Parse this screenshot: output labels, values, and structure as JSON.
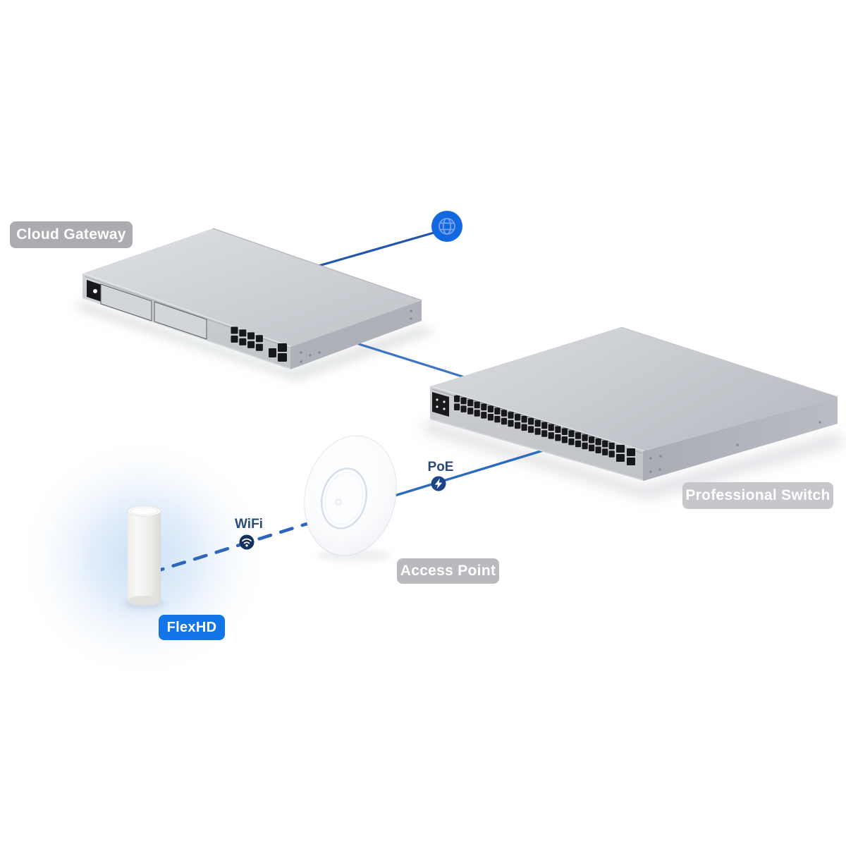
{
  "diagram": {
    "type": "network-topology",
    "nodes": [
      {
        "id": "internet",
        "icon": "globe-icon"
      },
      {
        "id": "cloud-gateway",
        "label": "Cloud Gateway",
        "badge_color": "#a2a4a7"
      },
      {
        "id": "professional-switch",
        "label": "Professional Switch",
        "badge_color": "#c1c3c6"
      },
      {
        "id": "access-point",
        "label": "Access Point",
        "badge_color": "#b3b5b8"
      },
      {
        "id": "flexhd",
        "label": "FlexHD",
        "badge_color": "#1276e9"
      }
    ],
    "connections": [
      {
        "from": "internet",
        "to": "cloud-gateway",
        "style": "solid"
      },
      {
        "from": "cloud-gateway",
        "to": "professional-switch",
        "style": "solid"
      },
      {
        "from": "professional-switch",
        "to": "access-point",
        "style": "solid",
        "label": "PoE",
        "icon": "lightning-bolt-icon"
      },
      {
        "from": "access-point",
        "to": "flexhd",
        "style": "dashed",
        "label": "WiFi",
        "icon": "wifi-icon"
      }
    ],
    "colors": {
      "background": "#ffffff",
      "link_blue": "#2d68c0",
      "globe_blue": "#1368e0",
      "icon_navy": "#16356a",
      "label_navy": "#2a4b77",
      "device_gray": "#c7cacf",
      "flexhd_glow": "#a9c8ee"
    }
  }
}
